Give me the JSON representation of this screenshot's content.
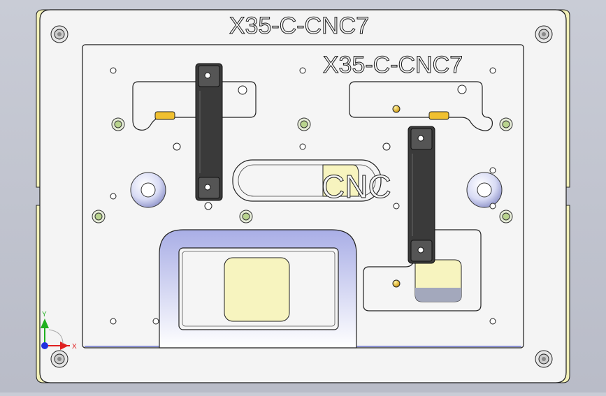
{
  "engravings": {
    "base_plate": "X35-C-CNC7",
    "top_plate": "X35-C-CNC7",
    "window_partial": "CNC"
  },
  "triad": {
    "x_label": "X",
    "y_label": "Y",
    "x_color": "#e02020",
    "y_color": "#20b020",
    "z_color": "#2030e0"
  },
  "colors": {
    "background": "#c4c7d2",
    "base_plate": "#f4f4f4",
    "side_rails": "#f3f1b8",
    "top_plate": "#f5f5f5",
    "pad": "#f7f4bf",
    "handle": "#3a3a3a",
    "locator_pin": "#e8c020",
    "shadow": "#9aa0d8"
  },
  "icons": [
    "coordinate-triad-icon",
    "handle-icon",
    "screw-icon",
    "locator-pin-icon",
    "bushing-icon"
  ]
}
